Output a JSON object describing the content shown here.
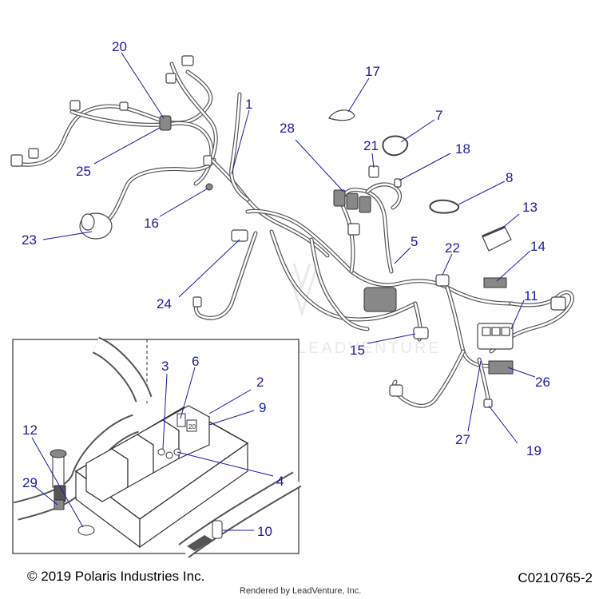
{
  "callouts": {
    "c1": "1",
    "c2": "2",
    "c3": "3",
    "c4": "4",
    "c5": "5",
    "c6": "6",
    "c7": "7",
    "c8": "8",
    "c9": "9",
    "c10": "10",
    "c11": "11",
    "c12": "12",
    "c13": "13",
    "c14": "14",
    "c15": "15",
    "c16": "16",
    "c17": "17",
    "c18": "18",
    "c19": "19",
    "c20": "20",
    "c21": "21",
    "c22": "22",
    "c23": "23",
    "c24": "24",
    "c25": "25",
    "c26": "26",
    "c27": "27",
    "c28": "28",
    "c29": "29"
  },
  "inset_label": "20",
  "watermark": "LEADVENTURE",
  "footer": {
    "copyright": "© 2019 Polaris Industries Inc.",
    "diagram_id": "C0210765-2",
    "rendered_by": "Rendered by LeadVenture, Inc."
  },
  "colors": {
    "callout": "#1a1aa8",
    "line_art": "#444444"
  }
}
